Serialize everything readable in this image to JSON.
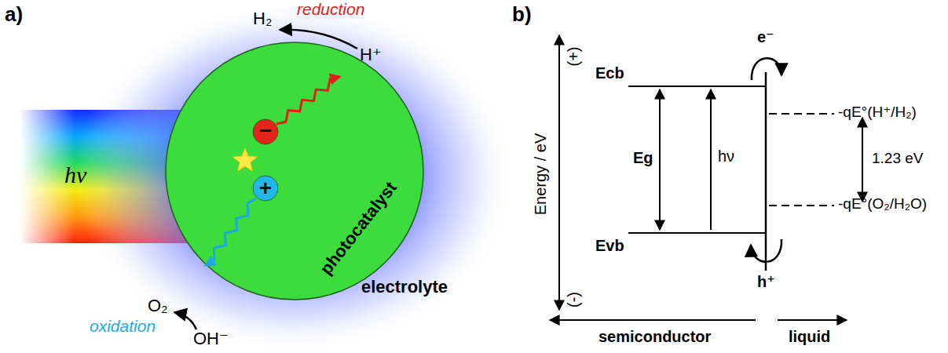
{
  "diagram": {
    "nodes": [
      {
        "text": [
          "electrolyte"
        ]
      },
      {
        "text": [
          "photocatalyst"
        ],
        "in": 0
      },
      {
        "text": [
          "−"
        ],
        "in": 1
      },
      {
        "text": [
          "+"
        ],
        "in": 1
      }
    ],
    "labels": [
      "a)",
      "hν",
      "H₂",
      "reduction",
      "H⁺",
      "O₂",
      "oxidation",
      "OH⁻",
      "b)",
      "Energy / eV",
      "(+)",
      "(-)",
      "Ecb",
      "Eg",
      "hν",
      "Evb",
      "e⁻",
      "-qE°(H⁺/H₂)",
      "1.23 eV",
      "-qE°(O₂/H₂O)",
      "h⁺",
      "semiconductor",
      "liquid"
    ]
  }
}
